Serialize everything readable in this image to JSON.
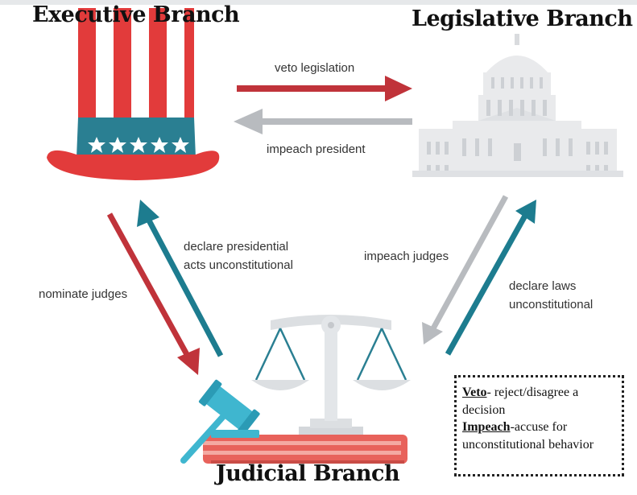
{
  "branches": {
    "executive": "Executive Branch",
    "legislative": "Legislative Branch",
    "judicial": "Judicial Branch"
  },
  "arrows": {
    "veto": "veto legislation",
    "impeach_president": "impeach president",
    "declare_acts_1": "declare presidential",
    "declare_acts_2": "acts unconstitutional",
    "nominate": "nominate judges",
    "impeach_judges": "impeach judges",
    "declare_laws_1": "declare laws",
    "declare_laws_2": "unconstitutional"
  },
  "definitions": {
    "veto_term": "Veto",
    "veto_def": "- reject/disagree a decision",
    "impeach_term": "Impeach",
    "impeach_def": "-accuse for unconstitutional behavior"
  },
  "colors": {
    "red_arrow": "#c0333a",
    "gray_arrow": "#b8bbbf",
    "teal_arrow": "#1d7c8f",
    "hat_red": "#e23b3b",
    "hat_blue": "#2a7f92",
    "capitol": "#e9eaec",
    "scale": "#dcdfe2",
    "gavel": "#3fb6cf",
    "book": "#e8625b"
  }
}
